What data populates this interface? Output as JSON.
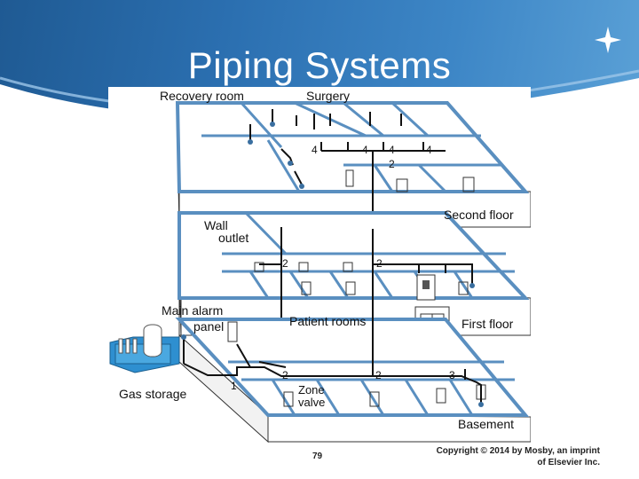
{
  "slide": {
    "title": "Piping Systems",
    "page_number": "79",
    "copyright_line1": "Copyright © 2014 by Mosby, an imprint",
    "copyright_line2": "of Elsevier Inc."
  },
  "diagram": {
    "labels": {
      "recovery_room": "Recovery room",
      "surgery": "Surgery",
      "second_floor": "Second floor",
      "wall": "Wall",
      "outlet": "outlet",
      "main_alarm": "Main alarm",
      "panel": "panel",
      "patient_rooms": "Patient rooms",
      "first_floor": "First floor",
      "gas_storage": "Gas storage",
      "zone": "Zone",
      "valve": "valve",
      "basement": "Basement"
    },
    "numbers": {
      "n4a": "4",
      "n4b": "4",
      "n4c": "4",
      "n4d": "4",
      "n2_top": "2",
      "n2_first_a": "2",
      "n2_first_b": "2",
      "n2_base_a": "2",
      "n2_base_b": "2",
      "n3": "3",
      "n1": "1"
    }
  },
  "colors": {
    "banner": "#2b6fb0",
    "wall_blue": "#5a8fc0",
    "gas_storage_blue": "#2e8fd0",
    "pipe": "#111111"
  }
}
